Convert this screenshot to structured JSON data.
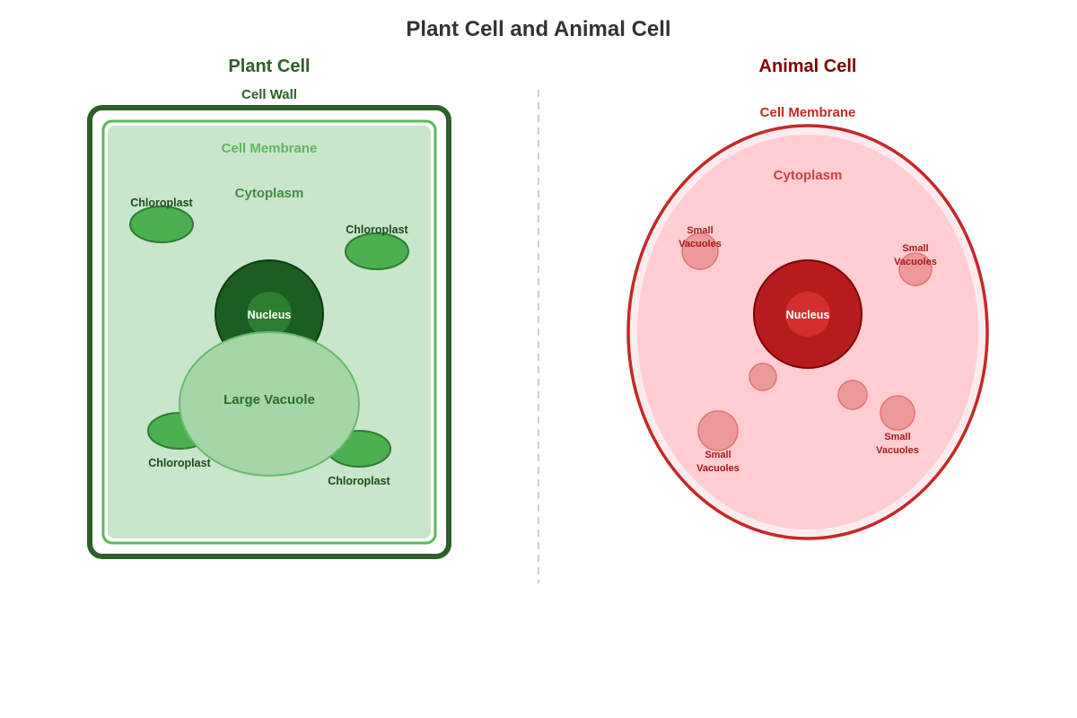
{
  "title": "Plant Cell and Animal Cell",
  "colors": {
    "plant_heading": "#2e5e2a",
    "plant_wall": "#2e5e2a",
    "plant_membrane": "#5cb85c",
    "plant_cytoplasm": "#c8e6c9",
    "plant_organelle": "#4caf50",
    "plant_nucleus": "#1b5e20",
    "plant_nucleolus": "#2e7d32",
    "plant_vacuole": "#a5d6a7",
    "animal_heading": "#7f0000",
    "animal_membrane": "#c62828",
    "animal_cytoplasm": "#ffcdd2",
    "animal_nucleus": "#b71c1c",
    "animal_nucleolus": "#d32f2f",
    "animal_vacuole": "#ef9a9a",
    "divider": "#bdbdbd"
  },
  "plant": {
    "heading": "Plant Cell",
    "cell_wall": "Cell Wall",
    "cell_membrane": "Cell Membrane",
    "cytoplasm": "Cytoplasm",
    "nucleus": "Nucleus",
    "large_vacuole": "Large Vacuole",
    "chloroplasts": [
      "Chloroplast",
      "Chloroplast",
      "Chloroplast",
      "Chloroplast"
    ]
  },
  "animal": {
    "heading": "Animal Cell",
    "cell_membrane": "Cell Membrane",
    "cytoplasm": "Cytoplasm",
    "nucleus": "Nucleus",
    "small_vacuoles": [
      [
        "Small",
        "Vacuoles"
      ],
      [
        "Small",
        "Vacuoles"
      ],
      [
        "Small",
        "Vacuoles"
      ],
      [
        "Small",
        "Vacuoles"
      ]
    ]
  }
}
